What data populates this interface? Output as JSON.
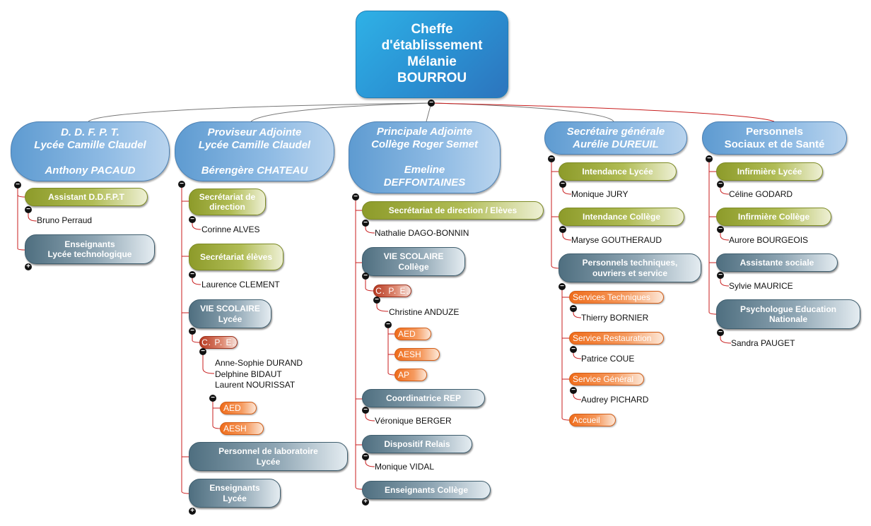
{
  "top": {
    "title": "Cheffe\nd'établissement\nMélanie\nBOURROU"
  },
  "col1": {
    "head": "D. D. F. P. T.\nLycée Camille Claudel\n\nAnthony PACAUD",
    "assistant": "Assistant D.D.F.P.T",
    "assistant_person": "Bruno Perraud",
    "enseignants": "Enseignants\nLycée technologique"
  },
  "col2": {
    "head": "Proviseur Adjointe\nLycée Camille Claudel\n\nBérengère CHATEAU",
    "secr_dir": "Secrétariat de\ndirection",
    "secr_dir_person": "Corinne ALVES",
    "secr_eleves": "Secrétariat élèves",
    "secr_eleves_person": "Laurence CLEMENT",
    "vie": "VIE SCOLAIRE\nLycée",
    "cpe": "C. P. E.",
    "cpe_people": "Anne-Sophie DURAND\nDelphine BIDAUT\nLaurent NOURISSAT",
    "aed": "AED",
    "aesh": "AESH",
    "labo": "Personnel de laboratoire\nLycée",
    "enseignants": "Enseignants\nLycée"
  },
  "col3": {
    "head": "Principale Adjointe\nCollège Roger Semet\n\nEmeline\nDEFFONTAINES",
    "secr": "Secrétariat de direction / Elèves",
    "secr_person": "Nathalie DAGO-BONNIN",
    "vie": "VIE SCOLAIRE\nCollège",
    "cpe": "C. P. E.",
    "cpe_person": "Christine ANDUZE",
    "aed": "AED",
    "aesh": "AESH",
    "ap": "AP",
    "rep": "Coordinatrice REP",
    "rep_person": "Véronique BERGER",
    "relais": "Dispositif Relais",
    "relais_person": "Monique VIDAL",
    "enseignants": "Enseignants Collège"
  },
  "col4": {
    "head": "Secrétaire générale\nAurélie DUREUIL",
    "int_lycee": "Intendance Lycée",
    "int_lycee_person": "Monique JURY",
    "int_college": "Intendance Collège",
    "int_college_person": "Maryse GOUTHERAUD",
    "techniques": "Personnels techniques,\nouvriers et service",
    "serv_tech": "Services Techniques",
    "serv_tech_person": "Thierry BORNIER",
    "serv_resto": "Service Restauration",
    "serv_resto_person": "Patrice COUE",
    "serv_gen": "Service Général",
    "serv_gen_person": "Audrey PICHARD",
    "accueil": "Accueil"
  },
  "col5": {
    "head": "Personnels\nSociaux et de Santé",
    "inf_lycee": "Infirmière Lycée",
    "inf_lycee_person": "Céline GODARD",
    "inf_college": "Infirmière Collège",
    "inf_college_person": "Aurore BOURGEOIS",
    "assistante": "Assistante sociale",
    "assistante_person": "Sylvie MAURICE",
    "psy": "Psychologue Education\nNationale",
    "psy_person": "Sandra PAUGET"
  },
  "colors": {
    "top": "#2a93d4",
    "head": "#7fb0de",
    "olive": "#9aa63a",
    "teal": "#5d7b8b",
    "cpe": "#b63a22",
    "orange": "#ef6d1c",
    "line": "#c81e1e"
  }
}
